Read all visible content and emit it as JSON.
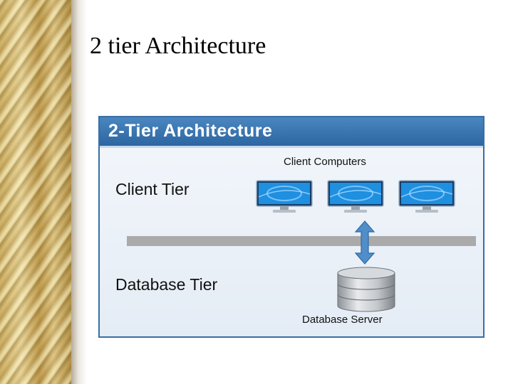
{
  "slide": {
    "title": "2 tier Architecture"
  },
  "diagram": {
    "header": "2-Tier Architecture",
    "client_caption": "Client Computers",
    "client_tier_label": "Client Tier",
    "database_tier_label": "Database Tier",
    "database_caption": "Database Server",
    "client_computer_count": 3
  },
  "colors": {
    "header_blue": "#3a75b2",
    "screen_blue": "#1f8fe0",
    "network_bar": "#aaaaaa",
    "arrow_blue": "#4f8ec9",
    "db_silver": "#c9ccd0",
    "side_gold": "#d8bf7a"
  },
  "icons": [
    "monitor-icon",
    "double-arrow-icon",
    "database-icon"
  ]
}
